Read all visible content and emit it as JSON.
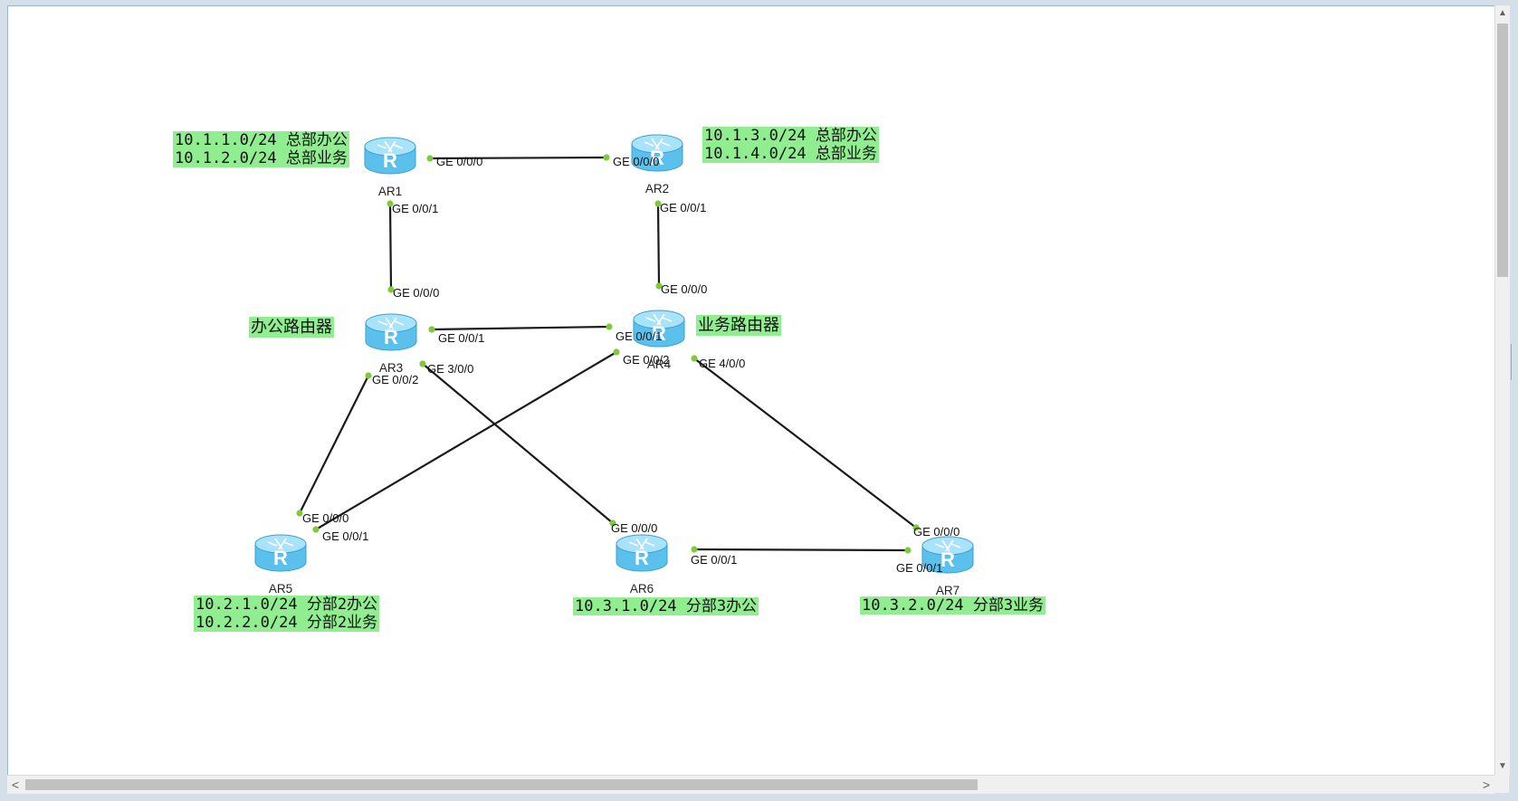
{
  "routers": [
    {
      "id": "AR1",
      "label": "AR1"
    },
    {
      "id": "AR2",
      "label": "AR2"
    },
    {
      "id": "AR3",
      "label": "AR3"
    },
    {
      "id": "AR4",
      "label": "AR4"
    },
    {
      "id": "AR5",
      "label": "AR5"
    },
    {
      "id": "AR6",
      "label": "AR6"
    },
    {
      "id": "AR7",
      "label": "AR7"
    }
  ],
  "router_glyph": "R",
  "links": [
    {
      "a": "AR1",
      "a_port": "GE 0/0/0",
      "b": "AR2",
      "b_port": "GE 0/0/0"
    },
    {
      "a": "AR1",
      "a_port": "GE 0/0/1",
      "b": "AR3",
      "b_port": "GE 0/0/0"
    },
    {
      "a": "AR2",
      "a_port": "GE 0/0/1",
      "b": "AR4",
      "b_port": "GE 0/0/0"
    },
    {
      "a": "AR3",
      "a_port": "GE 0/0/1",
      "b": "AR4",
      "b_port": "GE 0/0/1"
    },
    {
      "a": "AR3",
      "a_port": "GE 0/0/2",
      "b": "AR5",
      "b_port": "GE 0/0/0"
    },
    {
      "a": "AR4",
      "a_port": "GE 0/0/2",
      "b": "AR5",
      "b_port": "GE 0/0/1"
    },
    {
      "a": "AR3",
      "a_port": "GE 3/0/0",
      "b": "AR6",
      "b_port": "GE 0/0/0"
    },
    {
      "a": "AR4",
      "a_port": "GE 4/0/0",
      "b": "AR7",
      "b_port": "GE 0/0/0"
    },
    {
      "a": "AR6",
      "a_port": "GE 0/0/1",
      "b": "AR7",
      "b_port": "GE 0/0/1"
    }
  ],
  "notes": {
    "ar1_nets": "10.1.1.0/24 总部办公\n10.1.2.0/24 总部业务",
    "ar2_nets": "10.1.3.0/24 总部办公\n10.1.4.0/24 总部业务",
    "ar3_role": "办公路由器",
    "ar4_role": "业务路由器",
    "ar5_nets": "10.2.1.0/24 分部2办公\n10.2.2.0/24 分部2业务",
    "ar6_nets": "10.3.1.0/24 分部3办公",
    "ar7_nets": "10.3.2.0/24 分部3业务"
  },
  "colors": {
    "note_bg": "#90ee90",
    "router_body": "#5bc0eb",
    "link": "#1a1a1a",
    "port_dot": "#7fc93a"
  },
  "scrollbars": {
    "left_arrow": "<",
    "right_arrow": ">",
    "up_arrow": "▲",
    "down_arrow": "▼"
  }
}
